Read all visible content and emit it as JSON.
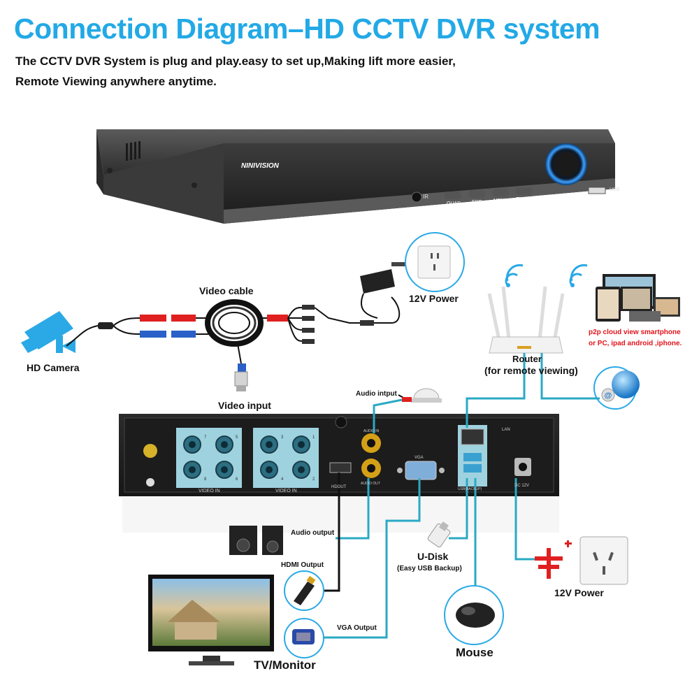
{
  "title": "Connection Diagram–HD CCTV DVR system",
  "subtitle_line1": "The CCTV DVR System is plug and play.easy to set up,Making lift more easier,",
  "subtitle_line2": "Remote Viewing anywhere anytime.",
  "dvr_front": {
    "brand": "NINIVISION",
    "ir": "IR",
    "buttons": [
      "QUAD",
      "ESC",
      "MENU",
      "ENTER"
    ],
    "usb": "USB"
  },
  "labels": {
    "video_cable": "Video cable",
    "power_12v_top": "12V Power",
    "hd_camera": "HD Camera",
    "video_input": "Video input",
    "audio_input": "Audio intput",
    "router": "Router",
    "router_sub": "(for remote viewing)",
    "p2p_line1": "p2p cloud  view smartphone",
    "p2p_line2": "or PC, ipad android ,iphone.",
    "audio_output": "Audio output",
    "hdmi_output": "HDMI Output",
    "u_disk": "U-Disk",
    "u_disk_sub": "(Easy USB Backup)",
    "power_12v_bottom": "12V Power",
    "vga_output": "VGA Output",
    "tv_monitor": "TV/Monitor",
    "mouse": "Mouse"
  },
  "dvr_back": {
    "port_numbers_left": [
      "7",
      "5",
      "8",
      "6"
    ],
    "port_numbers_right": [
      "3",
      "1",
      "4",
      "2"
    ],
    "video_in": "VIDEO IN",
    "audio_in": "AUDIO IN",
    "audio_out": "AUDIO OUT",
    "hdout": "HDOUT",
    "vga": "VGA",
    "lan": "LAN",
    "usb_backup": "USB(BACKUP)",
    "dc": "DC 12V"
  },
  "colors": {
    "title_blue": "#22a9e6",
    "wire_teal": "#2aa9c4",
    "wire_black": "#111111",
    "bnc_panel": "#9fd2df",
    "p2p_red": "#e0141c"
  }
}
